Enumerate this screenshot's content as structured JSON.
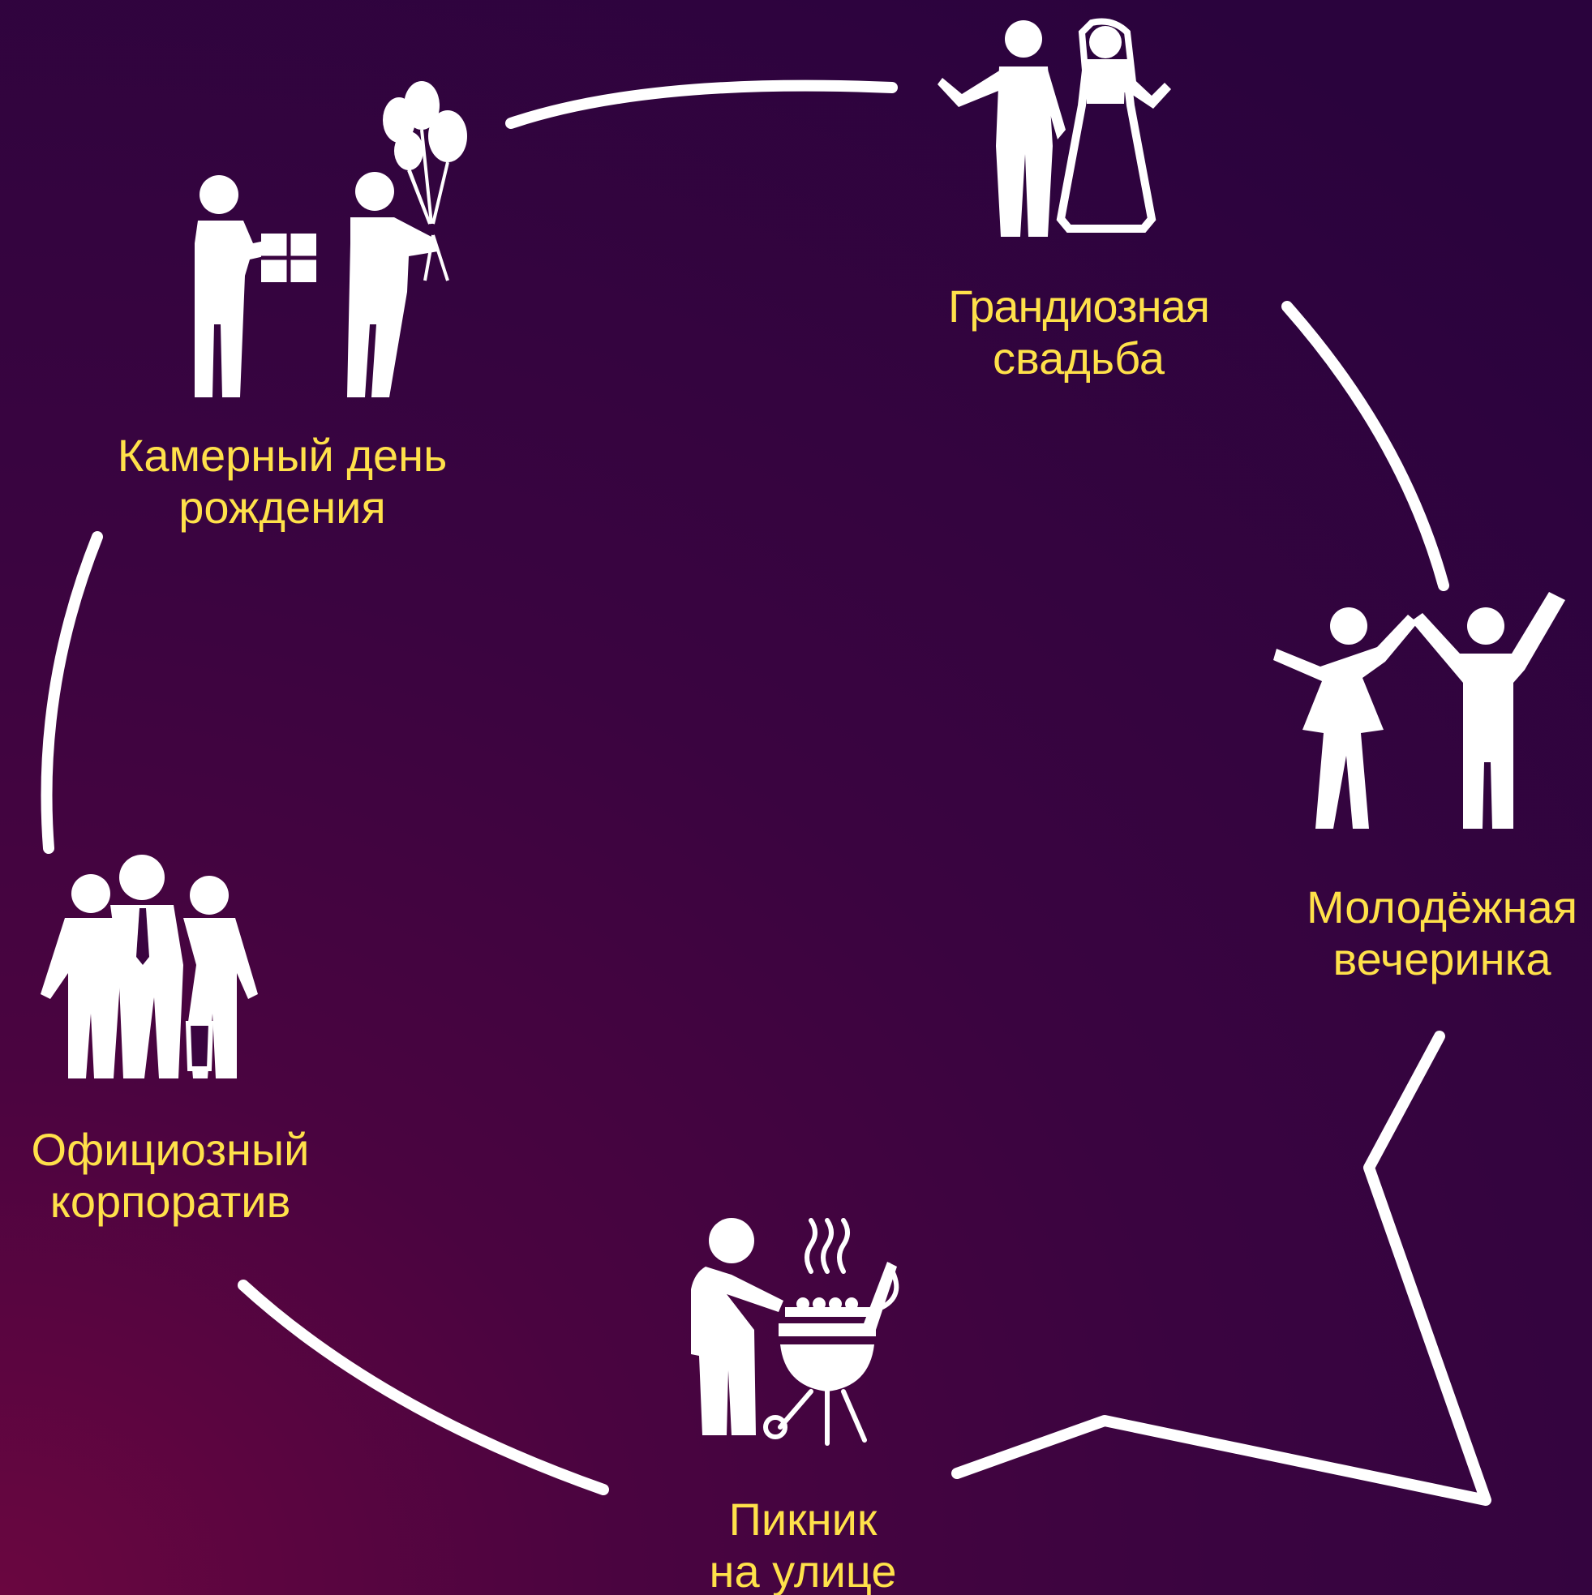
{
  "colors": {
    "background_dark": "#2a033d",
    "background_accent": "#6a0640",
    "label": "#ffe14a",
    "icon": "#ffffff",
    "connector": "#ffffff"
  },
  "events": [
    {
      "id": "wedding",
      "icon": "bride-groom-icon",
      "lines": [
        "Грандиозная",
        "свадьба"
      ]
    },
    {
      "id": "party",
      "icon": "dancing-couple-icon",
      "lines": [
        "Молодёжная",
        "вечеринка"
      ]
    },
    {
      "id": "picnic",
      "icon": "barbecue-grill-icon",
      "lines": [
        "Пикник",
        "на улице"
      ]
    },
    {
      "id": "corporate",
      "icon": "business-group-icon",
      "lines": [
        "Официозный",
        "корпоратив"
      ]
    },
    {
      "id": "birthday",
      "icon": "gift-balloons-icon",
      "lines": [
        "Камерный день",
        "рождения"
      ]
    }
  ]
}
